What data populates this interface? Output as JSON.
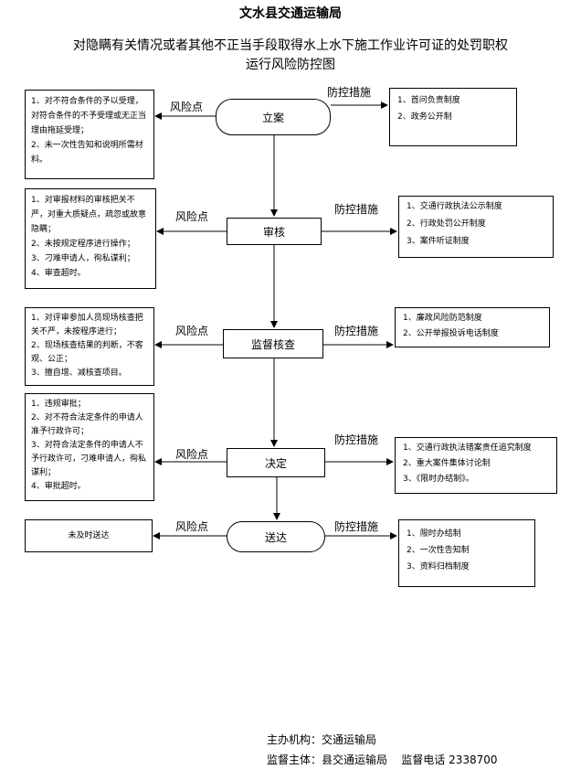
{
  "org_title": "文水县交通运输局",
  "title_line1": "对隐瞒有关情况或者其他不正当手段取得水上水下施工作业许可证的处罚职权",
  "title_line2": "运行风险防控图",
  "steps": [
    {
      "label": "立案",
      "risk_label": "风险点",
      "control_label": "防控措施",
      "risks": [
        "1、对不符合条件的予以受理，对符合条件的不予受理或无正当理由拖延受理；",
        "2、未一次性告知和说明所需材料。"
      ],
      "controls": [
        "1、首问负责制度",
        "2、政务公开制"
      ]
    },
    {
      "label": "审核",
      "risk_label": "风险点",
      "control_label": "防控措施",
      "risks": [
        "1、对审报材料的审核把关不严，对重大质疑点，疏忽或故意隐瞒；",
        "2、未按规定程序进行操作；",
        "3、刁难申请人，徇私谋利；",
        "4、审查超时。"
      ],
      "controls": [
        "1、交通行政执法公示制度",
        "2、行政处罚公开制度",
        "3、案件听证制度"
      ]
    },
    {
      "label": "监督核查",
      "risk_label": "风险点",
      "control_label": "防控措施",
      "risks": [
        "1、对评审参加人员现场核查把关不严，未按程序进行；",
        "2、现场核查结果的判断，不客观、公正；",
        "3、擅自增、减核查项目。"
      ],
      "controls": [
        "1、廉政风险防范制度",
        "2、公开举报投诉电话制度"
      ]
    },
    {
      "label": "决定",
      "risk_label": "风险点",
      "control_label": "防控措施",
      "risks": [
        "1、违规审批；",
        "2、对不符合法定条件的申请人准予行政许可；",
        "3、对符合法定条件的申请人不予行政许可，刁难申请人，徇私谋利；",
        "4、审批超时。"
      ],
      "controls": [
        "1、交通行政执法错案责任追究制度",
        "2、重大案件集体讨论制",
        "3、《限时办结制》。"
      ]
    },
    {
      "label": "送达",
      "risk_label": "风险点",
      "control_label": "防控措施",
      "risks": [
        "未及时送达"
      ],
      "controls": [
        "1、限时办结制",
        "2、一次性告知制",
        "3、资料归档制度"
      ]
    }
  ],
  "footer": {
    "host": "主办机构：交通运输局",
    "supervisor": "监督主体：县交通运输局    监督电话 2338700"
  }
}
